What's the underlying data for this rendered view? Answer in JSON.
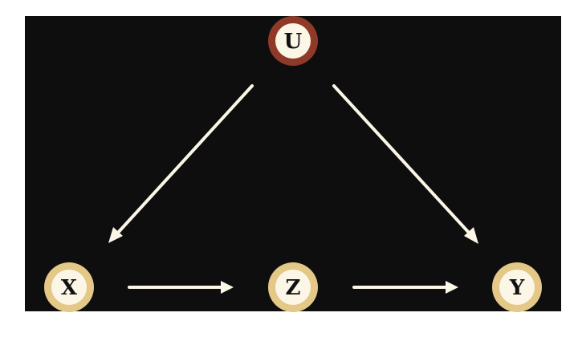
{
  "diagram": {
    "background_color": "#0e0e0f",
    "edge_color": "#fbf6e6",
    "nodes": [
      {
        "id": "U",
        "label": "U",
        "ring_color": "#8f3a29",
        "fill_color": "#fbf6e6"
      },
      {
        "id": "X",
        "label": "X",
        "ring_color": "#e3c887",
        "fill_color": "#fbf6e6"
      },
      {
        "id": "Z",
        "label": "Z",
        "ring_color": "#e3c887",
        "fill_color": "#fbf6e6"
      },
      {
        "id": "Y",
        "label": "Y",
        "ring_color": "#e3c887",
        "fill_color": "#fbf6e6"
      }
    ],
    "edges": [
      {
        "from": "U",
        "to": "X"
      },
      {
        "from": "U",
        "to": "Y"
      },
      {
        "from": "X",
        "to": "Z"
      },
      {
        "from": "Z",
        "to": "Y"
      }
    ]
  }
}
